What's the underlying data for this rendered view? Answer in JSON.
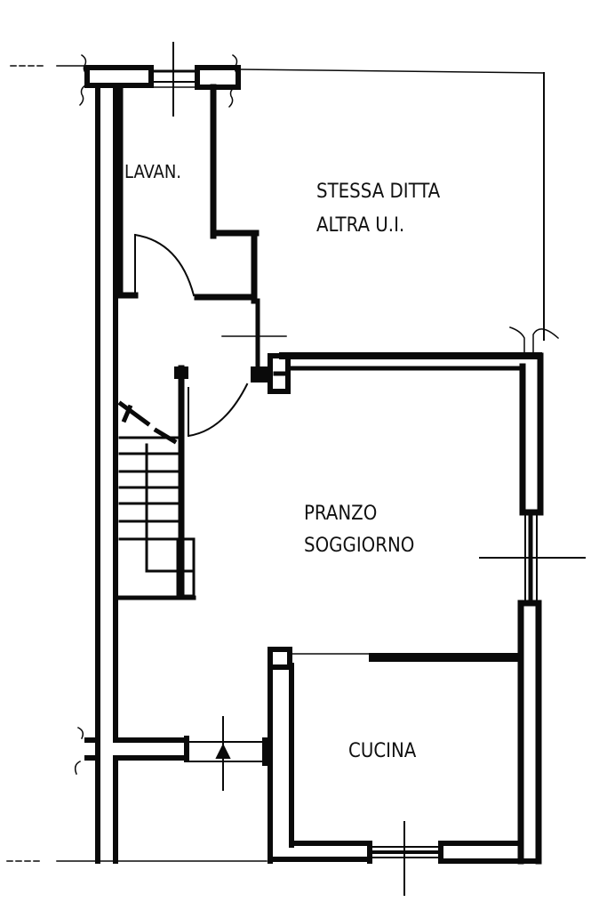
{
  "plan": {
    "type": "floor-plan",
    "colors": {
      "wall": "#0a0a0a",
      "background": "#ffffff"
    },
    "rooms": [
      {
        "id": "lavanderia",
        "label": "LAVAN."
      },
      {
        "id": "altra-ui",
        "line1": "STESSA DITTA",
        "line2": "ALTRA U.I."
      },
      {
        "id": "pranzo-soggiorno",
        "line1": "PRANZO",
        "line2": "SOGGIORNO"
      },
      {
        "id": "cucina",
        "label": "CUCINA"
      }
    ],
    "features": [
      "staircase",
      "door-swing-lavanderia",
      "door-swing-soggiorno",
      "window-top",
      "window-right",
      "window-bottom-cucina",
      "window-left-bottom"
    ]
  }
}
